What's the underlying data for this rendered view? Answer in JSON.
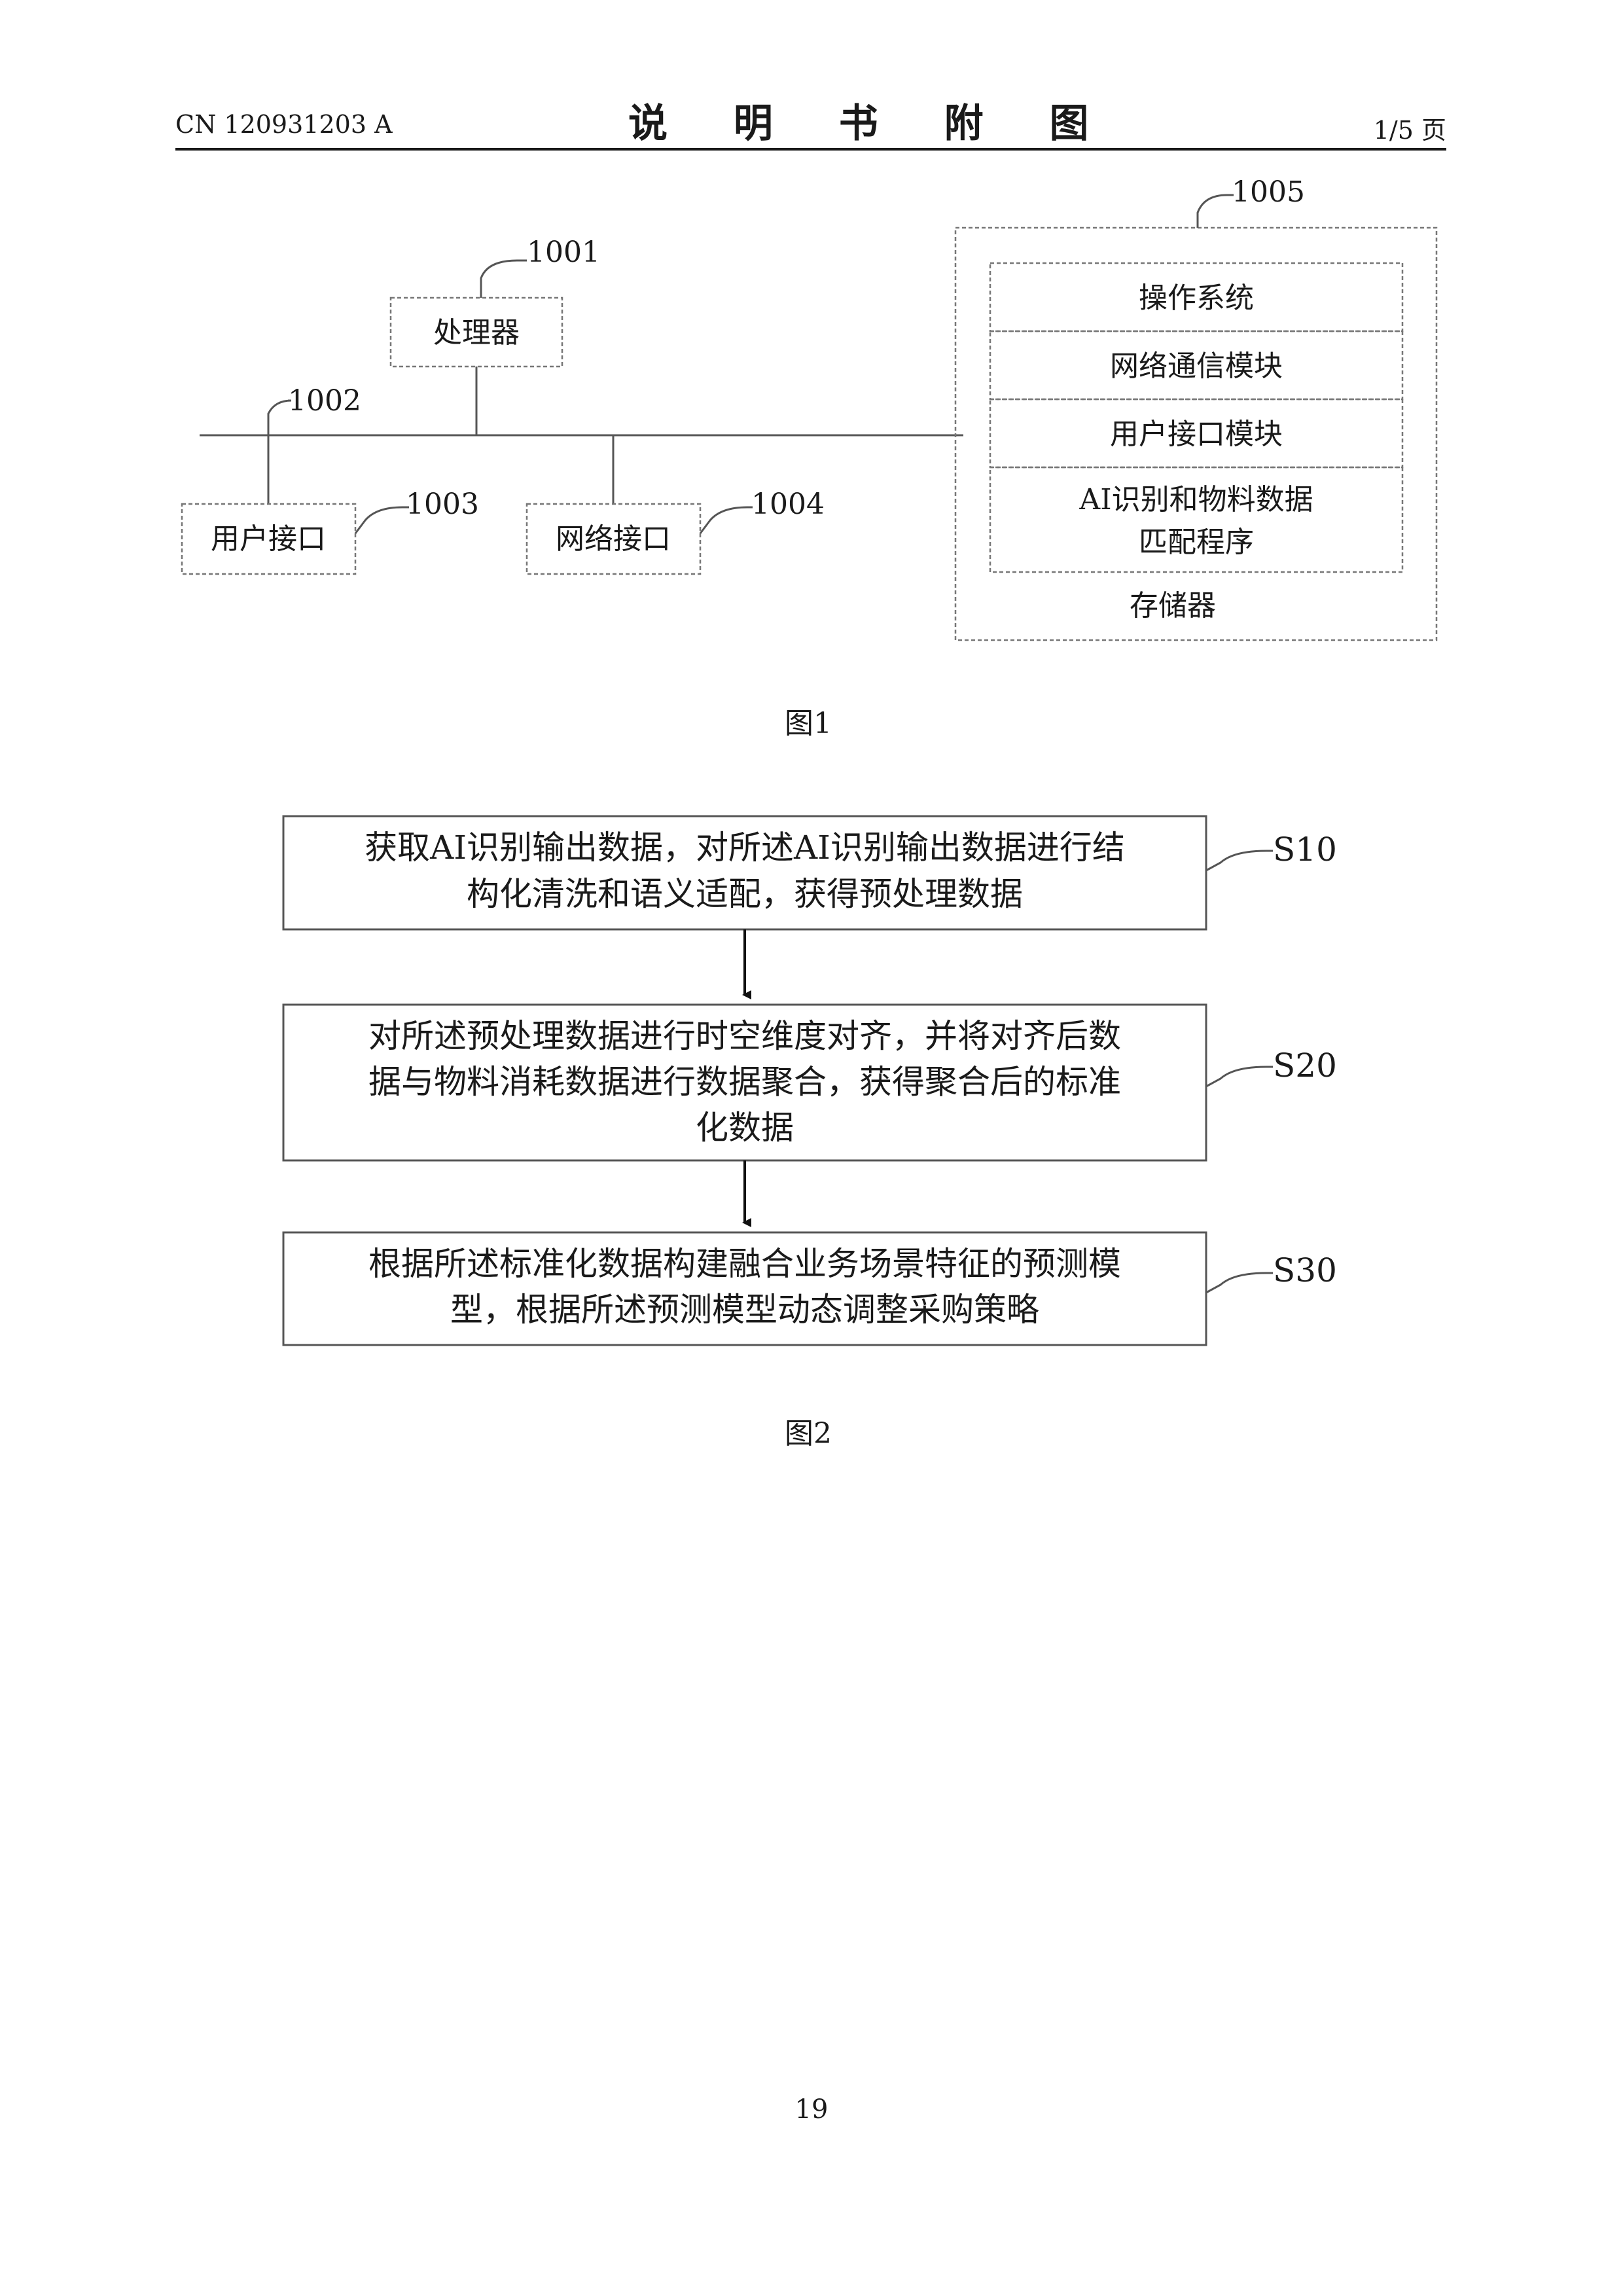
{
  "header": {
    "doc_number": "CN 120931203 A",
    "title": "说 明 书 附 图",
    "page": "1/5 页"
  },
  "figure1": {
    "processor": {
      "label": "处理器",
      "ref": "1001"
    },
    "bus_ref": "1002",
    "user_interface": {
      "label": "用户接口",
      "ref": "1003"
    },
    "network_interface": {
      "label": "网络接口",
      "ref": "1004"
    },
    "memory": {
      "ref": "1005",
      "label": "存储器",
      "modules": [
        "操作系统",
        "网络通信模块",
        "用户接口模块",
        "AI识别和物料数据",
        "匹配程序"
      ]
    },
    "caption": "图1"
  },
  "figure2": {
    "steps": [
      {
        "ref": "S10",
        "lines": [
          "获取AI识别输出数据，对所述AI识别输出数据进行结",
          "构化清洗和语义适配，获得预处理数据"
        ]
      },
      {
        "ref": "S20",
        "lines": [
          "对所述预处理数据进行时空维度对齐，并将对齐后数",
          "据与物料消耗数据进行数据聚合，获得聚合后的标准",
          "化数据"
        ]
      },
      {
        "ref": "S30",
        "lines": [
          "根据所述标准化数据构建融合业务场景特征的预测模",
          "型，根据所述预测模型动态调整采购策略"
        ]
      }
    ],
    "caption": "图2"
  },
  "page_number": "19"
}
